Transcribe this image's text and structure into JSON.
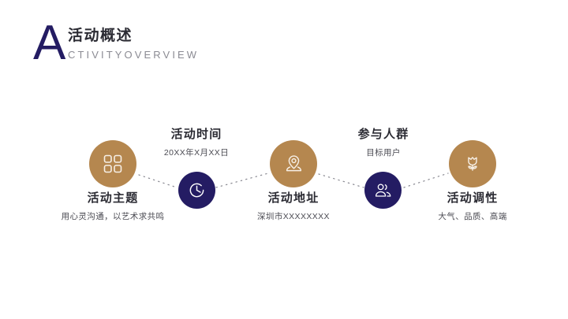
{
  "header": {
    "initial": "A",
    "title": "活动概述",
    "subtitle": "CTIVITYOVERVIEW",
    "initial_color": "#241C63",
    "title_color": "#2b2b33",
    "subtitle_color": "#8b8b93"
  },
  "theme": {
    "background": "#ffffff",
    "tan": "#B5874F",
    "navy": "#241C63",
    "dot_line": "#8c8c94"
  },
  "diagram": {
    "type": "zigzag-process",
    "nodes": [
      {
        "icon": "grid-squares-icon",
        "title": "活动主题",
        "subtitle": "用心灵沟通，以艺术求共鸣",
        "color": "#B5874F",
        "position": "low",
        "label_side": "below"
      },
      {
        "icon": "clock-icon",
        "title": "活动时间",
        "subtitle": "20XX年X月XX日",
        "color": "#241C63",
        "position": "high",
        "label_side": "above"
      },
      {
        "icon": "location-pin-icon",
        "title": "活动地址",
        "subtitle": "深圳市XXXXXXXX",
        "color": "#B5874F",
        "position": "low",
        "label_side": "below"
      },
      {
        "icon": "people-icon",
        "title": "参与人群",
        "subtitle": "目标用户",
        "color": "#241C63",
        "position": "high",
        "label_side": "above"
      },
      {
        "icon": "tulip-flower-icon",
        "title": "活动调性",
        "subtitle": "大气、品质、高端",
        "color": "#B5874F",
        "position": "low",
        "label_side": "below"
      }
    ]
  }
}
